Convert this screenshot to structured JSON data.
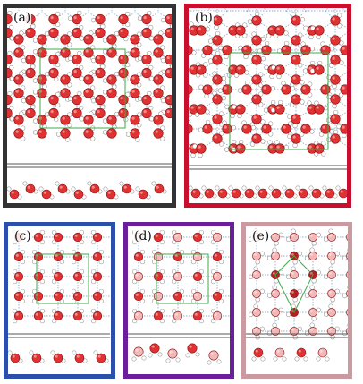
{
  "figure": {
    "panels": [
      {
        "id": "a",
        "label": "(a)",
        "border_color": "#333333",
        "oxygen_color": "#e03232",
        "lattice": "hexagonal"
      },
      {
        "id": "b",
        "label": "(b)",
        "border_color": "#c8102e",
        "oxygen_color": "#e03232",
        "lattice": "pentagonal"
      },
      {
        "id": "c",
        "label": "(c)",
        "border_color": "#2b4faa",
        "oxygen_color": "#e03232",
        "lattice": "square"
      },
      {
        "id": "d",
        "label": "(d)",
        "border_color": "#6b1f9a",
        "oxygen_color": "#f2b8b8",
        "lattice": "square-pink"
      },
      {
        "id": "e",
        "label": "(e)",
        "border_color": "#c99aa0",
        "oxygen_color": "#f2b8b8",
        "lattice": "rhombic"
      }
    ],
    "colors": {
      "oxygen_red": "#e03232",
      "oxygen_pink": "#f2b8b8",
      "oxygen_dark": "#b52020",
      "hydrogen": "#ffffff",
      "hbond": "#8fb0c8",
      "unit_cell": "#3fa84a",
      "divider": "#555555"
    }
  }
}
